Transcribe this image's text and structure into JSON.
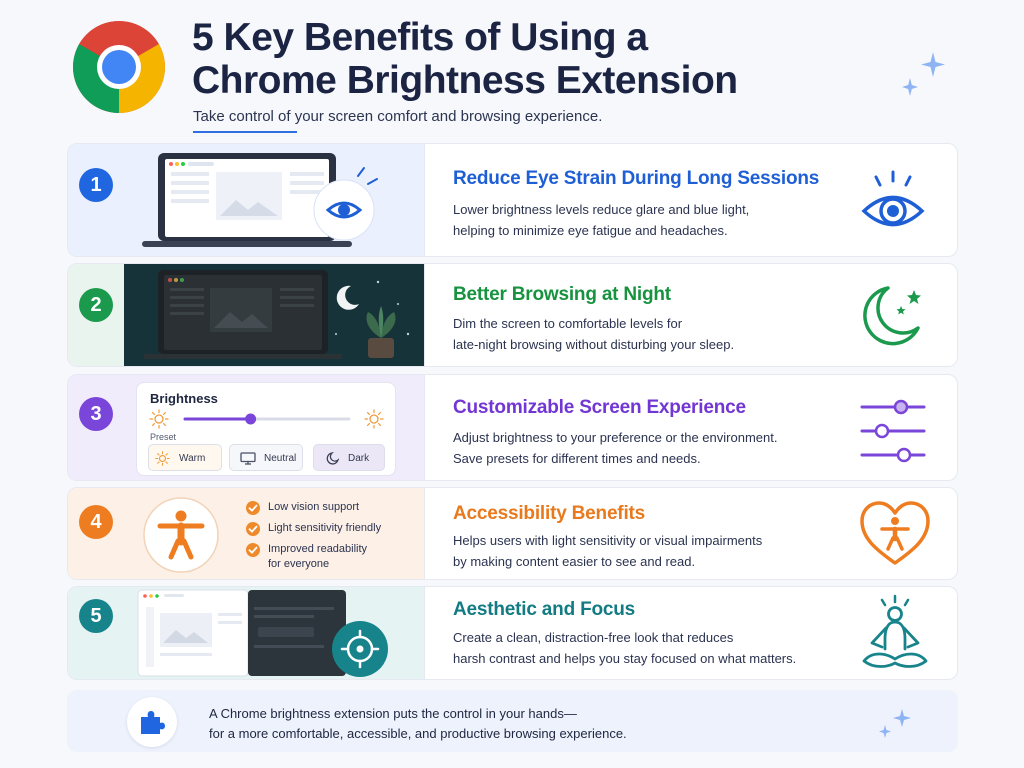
{
  "header": {
    "title_line1": "5 Key Benefits of Using a",
    "title_line2": "Chrome Brightness Extension",
    "subtitle": "Take control of your screen comfort and browsing experience."
  },
  "colors": {
    "blue": "#1f66e0",
    "green": "#1b9a4d",
    "purple": "#7a45d9",
    "orange": "#ee7d22",
    "teal": "#17848c"
  },
  "benefits": [
    {
      "number": "1",
      "title": "Reduce Eye Strain During Long Sessions",
      "desc_line1": "Lower brightness levels reduce glare and blue light,",
      "desc_line2": "helping to minimize eye fatigue and headaches.",
      "icon": "eye-icon"
    },
    {
      "number": "2",
      "title": "Better Browsing at Night",
      "desc_line1": "Dim the screen to comfortable levels for",
      "desc_line2": "late-night browsing without disturbing your sleep.",
      "icon": "moon-stars-icon"
    },
    {
      "number": "3",
      "title": "Customizable Screen Experience",
      "desc_line1": "Adjust brightness to your preference or the environment.",
      "desc_line2": "Save presets for different times and needs.",
      "icon": "sliders-icon"
    },
    {
      "number": "4",
      "title": "Accessibility Benefits",
      "desc_line1": "Helps users with light sensitivity or visual impairments",
      "desc_line2": "by making content easier to see and read.",
      "icon": "accessibility-heart-icon"
    },
    {
      "number": "5",
      "title": "Aesthetic and Focus",
      "desc_line1": "Create a clean, distraction-free look that reduces",
      "desc_line2": "harsh contrast and helps you stay focused on what matters.",
      "icon": "meditation-icon"
    }
  ],
  "brightness_panel": {
    "label": "Brightness",
    "level": 0.4,
    "preset_label": "Preset",
    "presets": [
      "Warm",
      "Neutral",
      "Dark"
    ],
    "active_preset": "Dark"
  },
  "accessibility_list": {
    "items": [
      "Low vision support",
      "Light sensitivity friendly",
      "Improved readability",
      "for everyone"
    ]
  },
  "footer": {
    "line1": "A Chrome brightness extension puts the control in your hands—",
    "line2": "for a more comfortable, accessible, and productive browsing experience.",
    "icon": "puzzle-icon"
  }
}
